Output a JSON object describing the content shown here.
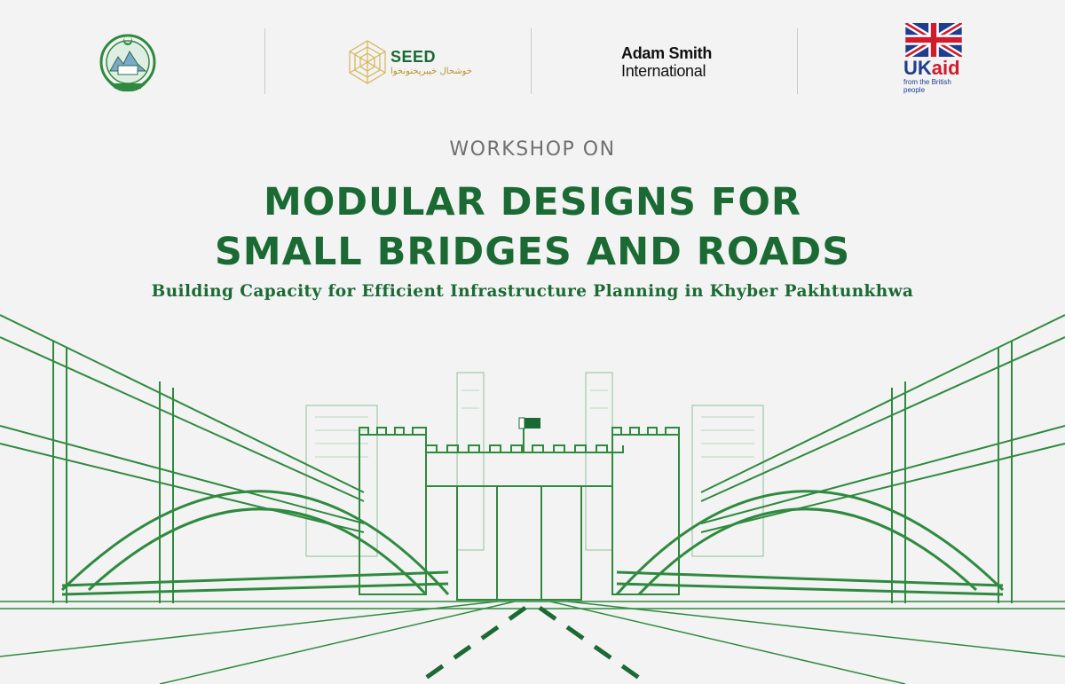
{
  "logos": {
    "kp_government": "kp-government-emblem",
    "seed": {
      "name": "SEED",
      "tagline": "خوشحال خیبرپختونخوا"
    },
    "asi": {
      "line1": "Adam Smith",
      "line2": "International"
    },
    "ukaid": {
      "word_uk": "UK",
      "word_aid": "aid",
      "tagline": "from the British people"
    }
  },
  "header": {
    "eyebrow": "WORKSHOP ON",
    "title_line1": "MODULAR DESIGNS FOR",
    "title_line2": "SMALL BRIDGES AND ROADS",
    "subtitle": "Building Capacity for Efficient Infrastructure Planning in Khyber Pakhtunkhwa"
  },
  "colors": {
    "brand_green": "#1b6a34",
    "line_green": "#2f8a3f",
    "light_green": "#8fc29a",
    "background": "#f3f3f3",
    "ukaid_red": "#d11a2a",
    "ukaid_blue": "#1f3d8c",
    "seed_gold": "#b8922a"
  }
}
